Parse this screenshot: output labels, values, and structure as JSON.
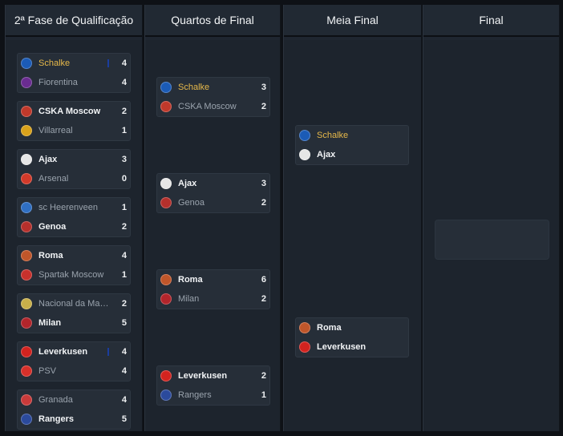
{
  "columns": [
    {
      "title": "2ª Fase de Qualificação"
    },
    {
      "title": "Quartos de Final"
    },
    {
      "title": "Meia Final"
    },
    {
      "title": "Final"
    }
  ],
  "round1": [
    {
      "home": {
        "name": "Schalke",
        "score": "4",
        "state": "hl",
        "crest": "schalke",
        "color": "#1b5bb6"
      },
      "away": {
        "name": "Fiorentina",
        "score": "4",
        "state": "lose",
        "crest": "fiorentina",
        "color": "#6a2c91"
      },
      "flag": true
    },
    {
      "home": {
        "name": "CSKA Moscow",
        "score": "2",
        "state": "win",
        "crest": "cska",
        "color": "#c0392b"
      },
      "away": {
        "name": "Villarreal",
        "score": "1",
        "state": "lose",
        "crest": "villarreal",
        "color": "#d9a21b"
      }
    },
    {
      "home": {
        "name": "Ajax",
        "score": "3",
        "state": "win",
        "crest": "ajax",
        "color": "#e6e6e6"
      },
      "away": {
        "name": "Arsenal",
        "score": "0",
        "state": "lose",
        "crest": "arsenal",
        "color": "#d23a2a"
      }
    },
    {
      "home": {
        "name": "sc Heerenveen",
        "score": "1",
        "state": "lose",
        "crest": "heerenveen",
        "color": "#2f6fc3"
      },
      "away": {
        "name": "Genoa",
        "score": "2",
        "state": "win",
        "crest": "genoa",
        "color": "#b5302c"
      }
    },
    {
      "home": {
        "name": "Roma",
        "score": "4",
        "state": "win",
        "crest": "roma",
        "color": "#c0562a"
      },
      "away": {
        "name": "Spartak Moscow",
        "score": "1",
        "state": "lose",
        "crest": "spartak",
        "color": "#c8312c"
      }
    },
    {
      "home": {
        "name": "Nacional da Made...",
        "score": "2",
        "state": "lose",
        "crest": "nacional",
        "color": "#c9b04a"
      },
      "away": {
        "name": "Milan",
        "score": "5",
        "state": "win",
        "crest": "milan",
        "color": "#b2252b"
      }
    },
    {
      "home": {
        "name": "Leverkusen",
        "score": "4",
        "state": "win",
        "crest": "leverkusen",
        "color": "#d3231f"
      },
      "away": {
        "name": "PSV",
        "score": "4",
        "state": "lose",
        "crest": "psv",
        "color": "#d7302a"
      },
      "flag": true
    },
    {
      "home": {
        "name": "Granada",
        "score": "4",
        "state": "lose",
        "crest": "granada",
        "color": "#c93a3a"
      },
      "away": {
        "name": "Rangers",
        "score": "5",
        "state": "win",
        "crest": "rangers",
        "color": "#2b4a9c"
      }
    }
  ],
  "round2": [
    {
      "home": {
        "name": "Schalke",
        "score": "3",
        "state": "hl",
        "crest": "schalke",
        "color": "#1b5bb6"
      },
      "away": {
        "name": "CSKA Moscow",
        "score": "2",
        "state": "lose",
        "crest": "cska",
        "color": "#c0392b"
      }
    },
    {
      "home": {
        "name": "Ajax",
        "score": "3",
        "state": "win",
        "crest": "ajax",
        "color": "#e6e6e6"
      },
      "away": {
        "name": "Genoa",
        "score": "2",
        "state": "lose",
        "crest": "genoa",
        "color": "#b5302c"
      }
    },
    {
      "home": {
        "name": "Roma",
        "score": "6",
        "state": "win",
        "crest": "roma",
        "color": "#c0562a"
      },
      "away": {
        "name": "Milan",
        "score": "2",
        "state": "lose",
        "crest": "milan",
        "color": "#b2252b"
      }
    },
    {
      "home": {
        "name": "Leverkusen",
        "score": "2",
        "state": "win",
        "crest": "leverkusen",
        "color": "#d3231f"
      },
      "away": {
        "name": "Rangers",
        "score": "1",
        "state": "lose",
        "crest": "rangers",
        "color": "#2b4a9c"
      }
    }
  ],
  "round3": [
    {
      "home": {
        "name": "Schalke",
        "score": "",
        "state": "hl",
        "crest": "schalke",
        "color": "#1b5bb6"
      },
      "away": {
        "name": "Ajax",
        "score": "",
        "state": "win",
        "crest": "ajax",
        "color": "#e6e6e6"
      }
    },
    {
      "home": {
        "name": "Roma",
        "score": "",
        "state": "win",
        "crest": "roma",
        "color": "#c0562a"
      },
      "away": {
        "name": "Leverkusen",
        "score": "",
        "state": "win",
        "crest": "leverkusen",
        "color": "#d3231f"
      }
    }
  ]
}
